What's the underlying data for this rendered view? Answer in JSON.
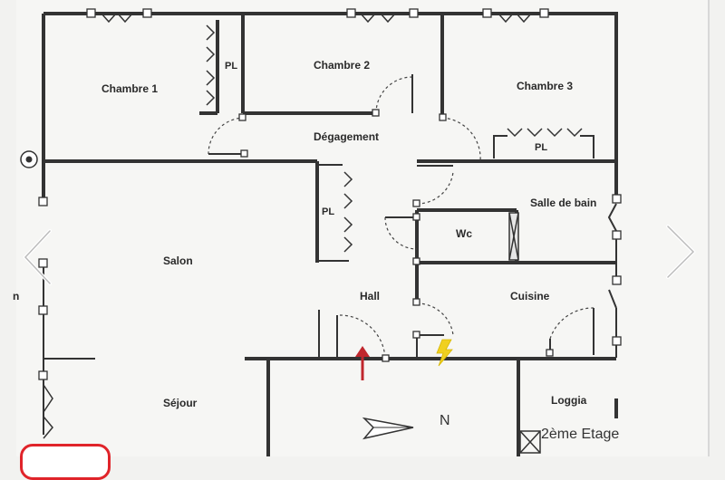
{
  "rooms": {
    "chambre1": "Chambre 1",
    "chambre2": "Chambre 2",
    "chambre3": "Chambre 3",
    "pl": "PL",
    "degagement": "Dégagement",
    "salon": "Salon",
    "salle_de_bain": "Salle de bain",
    "wc": "Wc",
    "hall": "Hall",
    "cuisine": "Cuisine",
    "sejour": "Séjour",
    "loggia": "Loggia"
  },
  "compass": {
    "north_label": "N"
  },
  "floor_label": "2ème Etage",
  "edge_text": "n",
  "colors": {
    "background": "#f2f2f0",
    "walls": "#333333",
    "entry_arrow": "#c0272d",
    "electric_symbol": "#f0d020",
    "badge_border": "#e0242a"
  },
  "icons": {
    "prev": "chevron-left-icon",
    "next": "chevron-right-icon",
    "entry": "entry-arrow-icon",
    "electric": "lightning-icon",
    "north": "north-arrow-icon",
    "meter": "target-circle-icon"
  }
}
